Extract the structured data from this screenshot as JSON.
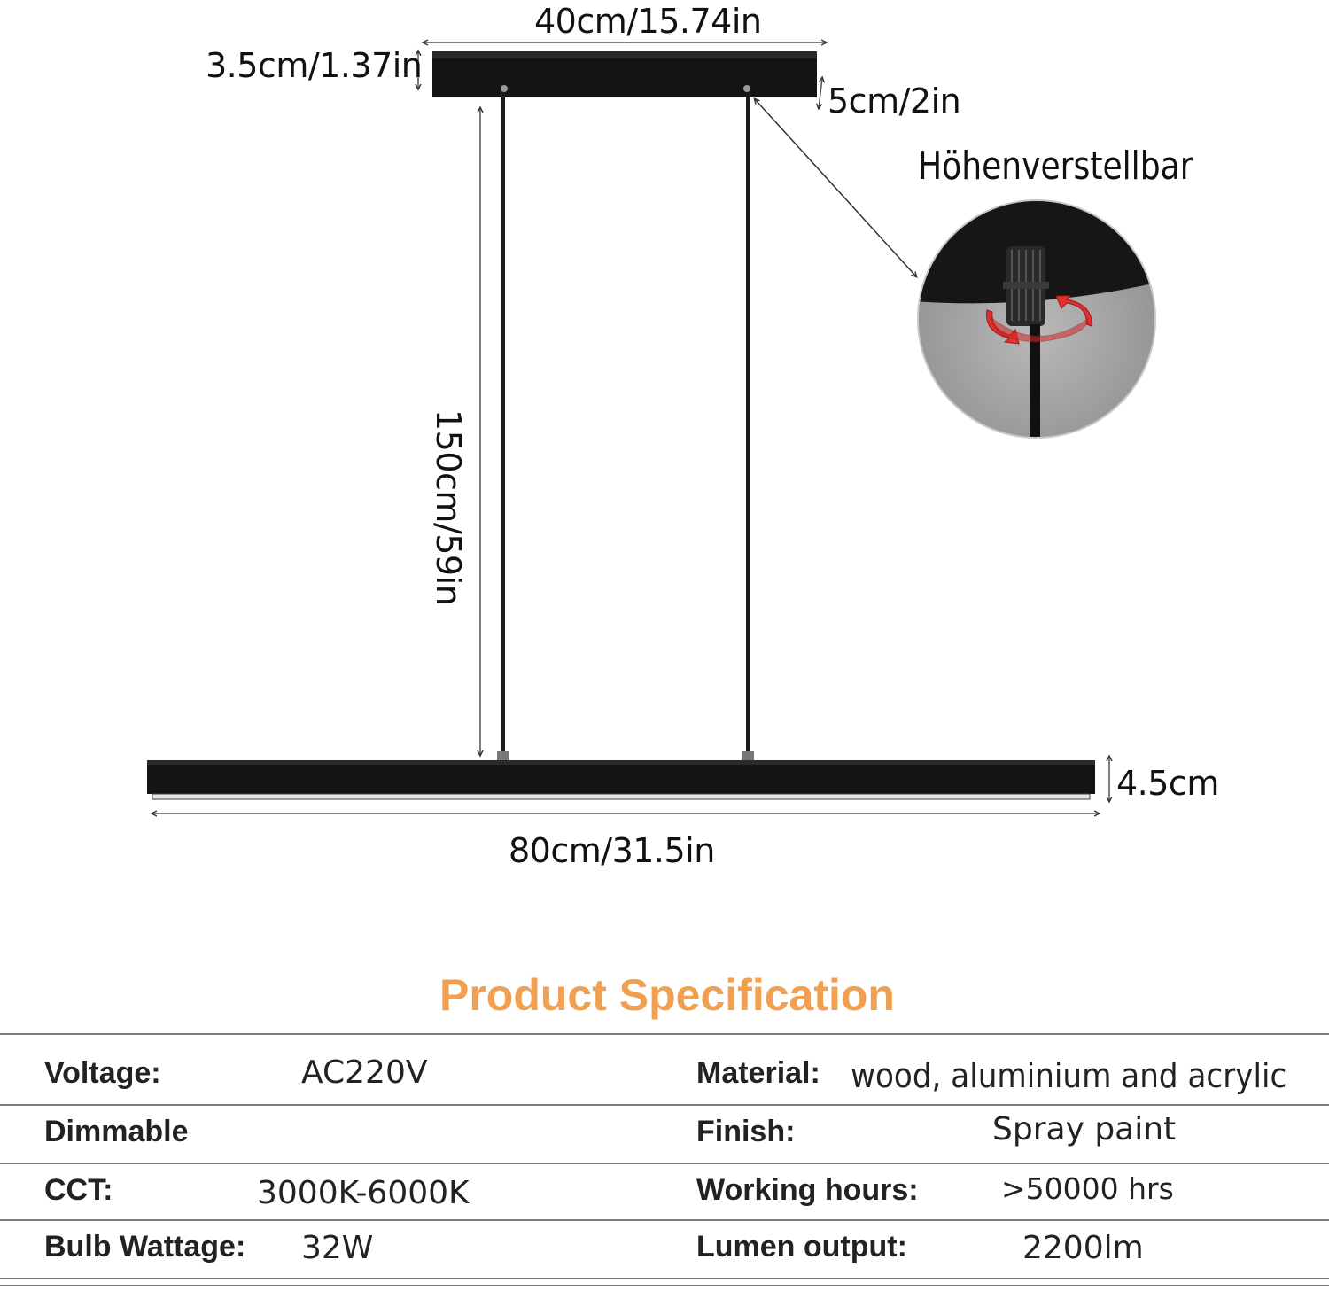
{
  "dimensions": {
    "canopy_width": "40cm/15.74in",
    "canopy_height": "3.5cm/1.37in",
    "canopy_depth": "5cm/2in",
    "cable_length": "150cm/59in",
    "bar_height": "4.5cm",
    "bar_length": "80cm/31.5in"
  },
  "feature_label": "Höhenverstellbar",
  "spec": {
    "title": "Product Specification",
    "title_color": "#f0a050",
    "rows": [
      {
        "left_label": "Voltage:",
        "left_value": "AC220V",
        "right_label": "Material:",
        "right_value": "wood, aluminium and acrylic"
      },
      {
        "left_label": "Dimmable",
        "left_value": "",
        "right_label": "Finish:",
        "right_value": "Spray paint"
      },
      {
        "left_label": "CCT:",
        "left_value": "3000K-6000K",
        "right_label": "Working hours:",
        "right_value": ">50000 hrs"
      },
      {
        "left_label": "Bulb Wattage:",
        "left_value": "32W",
        "right_label": "Lumen output:",
        "right_value": "2200lm"
      }
    ]
  },
  "colors": {
    "fixture": "#141414",
    "accent_arrow": "#e03030"
  }
}
